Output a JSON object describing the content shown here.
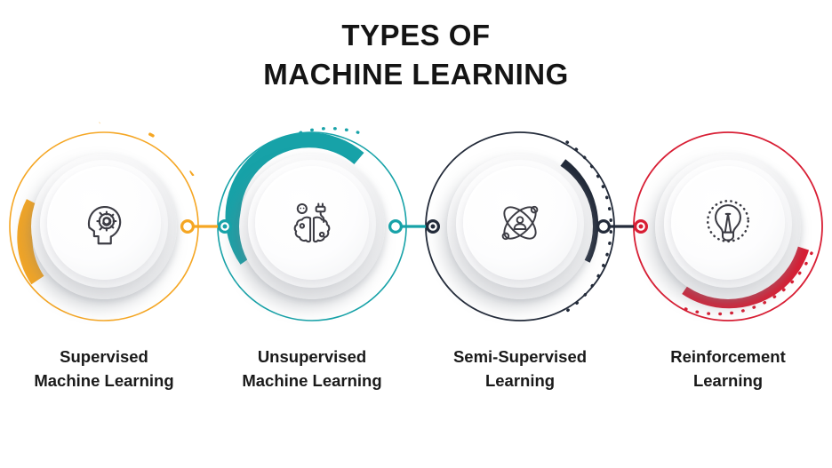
{
  "title": {
    "line1": "TYPES OF",
    "line2": "MACHINE LEARNING"
  },
  "colors": {
    "background": "#ffffff",
    "title_text": "#141414",
    "label_text": "#1a1a1a",
    "icon_stroke": "#3c3c44",
    "node_1_accent": "#f5a623",
    "node_2_accent": "#17a2a8",
    "node_3_accent": "#232b3a",
    "node_4_accent": "#d81e34",
    "disc_light": "#ffffff",
    "disc_shadow": "#d8dadd"
  },
  "nodes": [
    {
      "id": "supervised",
      "accent": "#f5a623",
      "icon": "head-gear-icon",
      "label_line1": "Supervised",
      "label_line2": "Machine Learning",
      "thick_arc": "left",
      "dotted_arc": "left"
    },
    {
      "id": "unsupervised",
      "accent": "#17a2a8",
      "icon": "brain-plug-icon",
      "label_line1": "Unsupervised",
      "label_line2": "Machine Learning",
      "thick_arc": "top",
      "dotted_arc": "top-left"
    },
    {
      "id": "semi-supervised",
      "accent": "#232b3a",
      "icon": "atom-person-icon",
      "label_line1": "Semi-Supervised",
      "label_line2": "Learning",
      "thick_arc": "right",
      "dotted_arc": "right"
    },
    {
      "id": "reinforcement",
      "accent": "#d81e34",
      "icon": "lightbulb-icon",
      "label_line1": "Reinforcement",
      "label_line2": "Learning",
      "thick_arc": "bottom-right",
      "dotted_arc": "bottom-right"
    }
  ],
  "connectors": [
    {
      "id": "connector-1-2",
      "line_color": "#f5a623",
      "start_node_color": "#f5a623",
      "end_node_color": "#17a2a8"
    },
    {
      "id": "connector-2-3",
      "line_color": "#17a2a8",
      "start_node_color": "#17a2a8",
      "end_node_color": "#232b3a"
    },
    {
      "id": "connector-3-4",
      "line_color": "#232b3a",
      "start_node_color": "#232b3a",
      "end_node_color": "#d81e34"
    }
  ]
}
